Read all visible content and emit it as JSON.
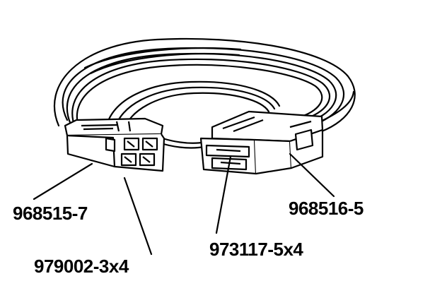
{
  "labels": {
    "left_connector": "968515-7",
    "left_terminal": "979002-3x4",
    "right_terminal": "973117-5x4",
    "right_connector": "968516-5"
  },
  "colors": {
    "stroke": "#000000",
    "fill": "#ffffff"
  }
}
